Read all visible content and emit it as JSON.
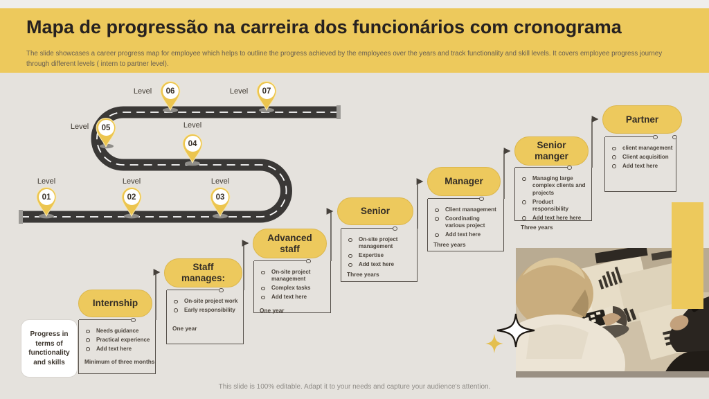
{
  "slide": {
    "title": "Mapa de progressão na carreira dos funcionários com cronograma",
    "subtitle": "The slide showcases a career progress map for employee which helps to outline the progress achieved by the employees over the years and track functionality and skill levels. It covers employee progress journey through different levels  ( intern to partner level).",
    "footer": "This slide is 100% editable. Adapt it to your needs and capture your audience's attention.",
    "side_note": "Progress in terms of functionality and skills"
  },
  "road": {
    "level_label": "Level",
    "levels": [
      "01",
      "02",
      "03",
      "04",
      "05",
      "06",
      "07"
    ]
  },
  "stages": [
    {
      "title": "Internship",
      "bullets": [
        "Needs guidance",
        "Practical experience",
        "Add text here"
      ],
      "duration": "Minimum of three months"
    },
    {
      "title": "Staff manages:",
      "bullets": [
        "On-site project work",
        "Early responsibility"
      ],
      "duration": "One year"
    },
    {
      "title": "Advanced staff",
      "bullets": [
        "On-site project management",
        "Complex tasks",
        "Add text here"
      ],
      "duration": "One year"
    },
    {
      "title": "Senior",
      "bullets": [
        "On-site project management",
        "Expertise",
        "Add text here"
      ],
      "duration": "Three years"
    },
    {
      "title": "Manager",
      "bullets": [
        "Client management",
        "Coordinating various project",
        "Add text here"
      ],
      "duration": "Three years"
    },
    {
      "title": "Senior manger",
      "bullets": [
        "Managing large complex clients and projects",
        "Product responsibility",
        "Add text here here"
      ],
      "duration": "Three years"
    },
    {
      "title": "Partner",
      "bullets": [
        "client management",
        "Client acquisition",
        "Add text here"
      ],
      "duration": ""
    }
  ],
  "colors": {
    "header_bg": "#edc95c",
    "accent_yellow": "#ecc655",
    "road_dark": "#3a3836",
    "slide_bg": "#e5e2dd",
    "box_border": "#56504a",
    "text_dark": "#332d26",
    "subtitle_text": "#675e51",
    "footer_text": "#8f8c87"
  }
}
